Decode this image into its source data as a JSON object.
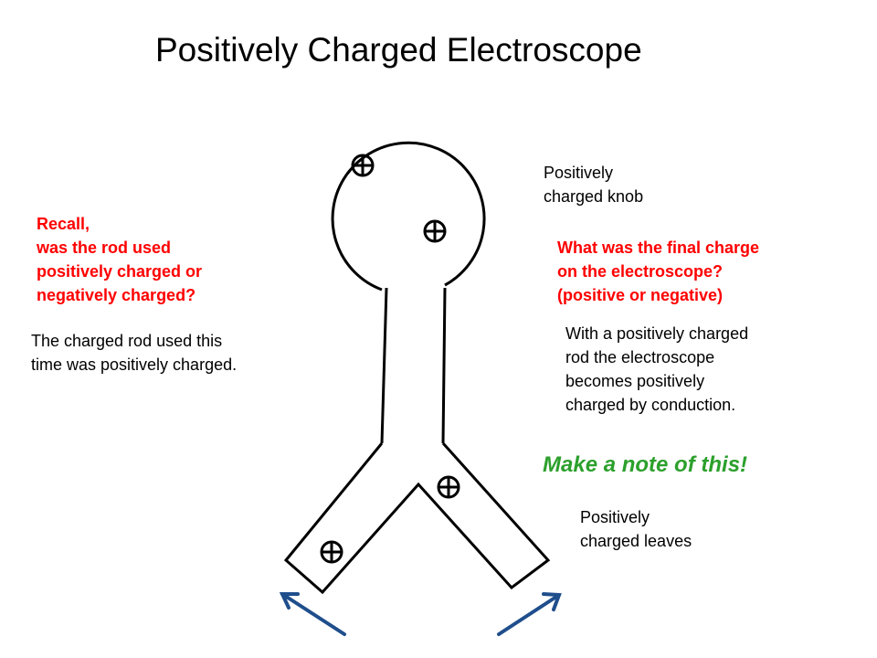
{
  "title": "Positively Charged Electroscope",
  "labels": {
    "knob": "Positively\ncharged knob",
    "leaves": "Positively\ncharged leaves"
  },
  "recall_question": "Recall,\nwas the rod used\npositively charged or\nnegatively charged?",
  "rod_answer": "The charged rod used this\ntime was positively charged.",
  "final_question": "What was the final charge\non the electroscope?\n(positive or negative)",
  "final_answer": "With a positively charged\n rod the electroscope\nbecomes positively\ncharged by conduction.",
  "note": "Make a note of this!",
  "charge_symbol": "plus-in-circle",
  "colors": {
    "question": "#ff0000",
    "note": "#2ca02c",
    "arrow": "#1f4e8c",
    "outline": "#000000"
  }
}
